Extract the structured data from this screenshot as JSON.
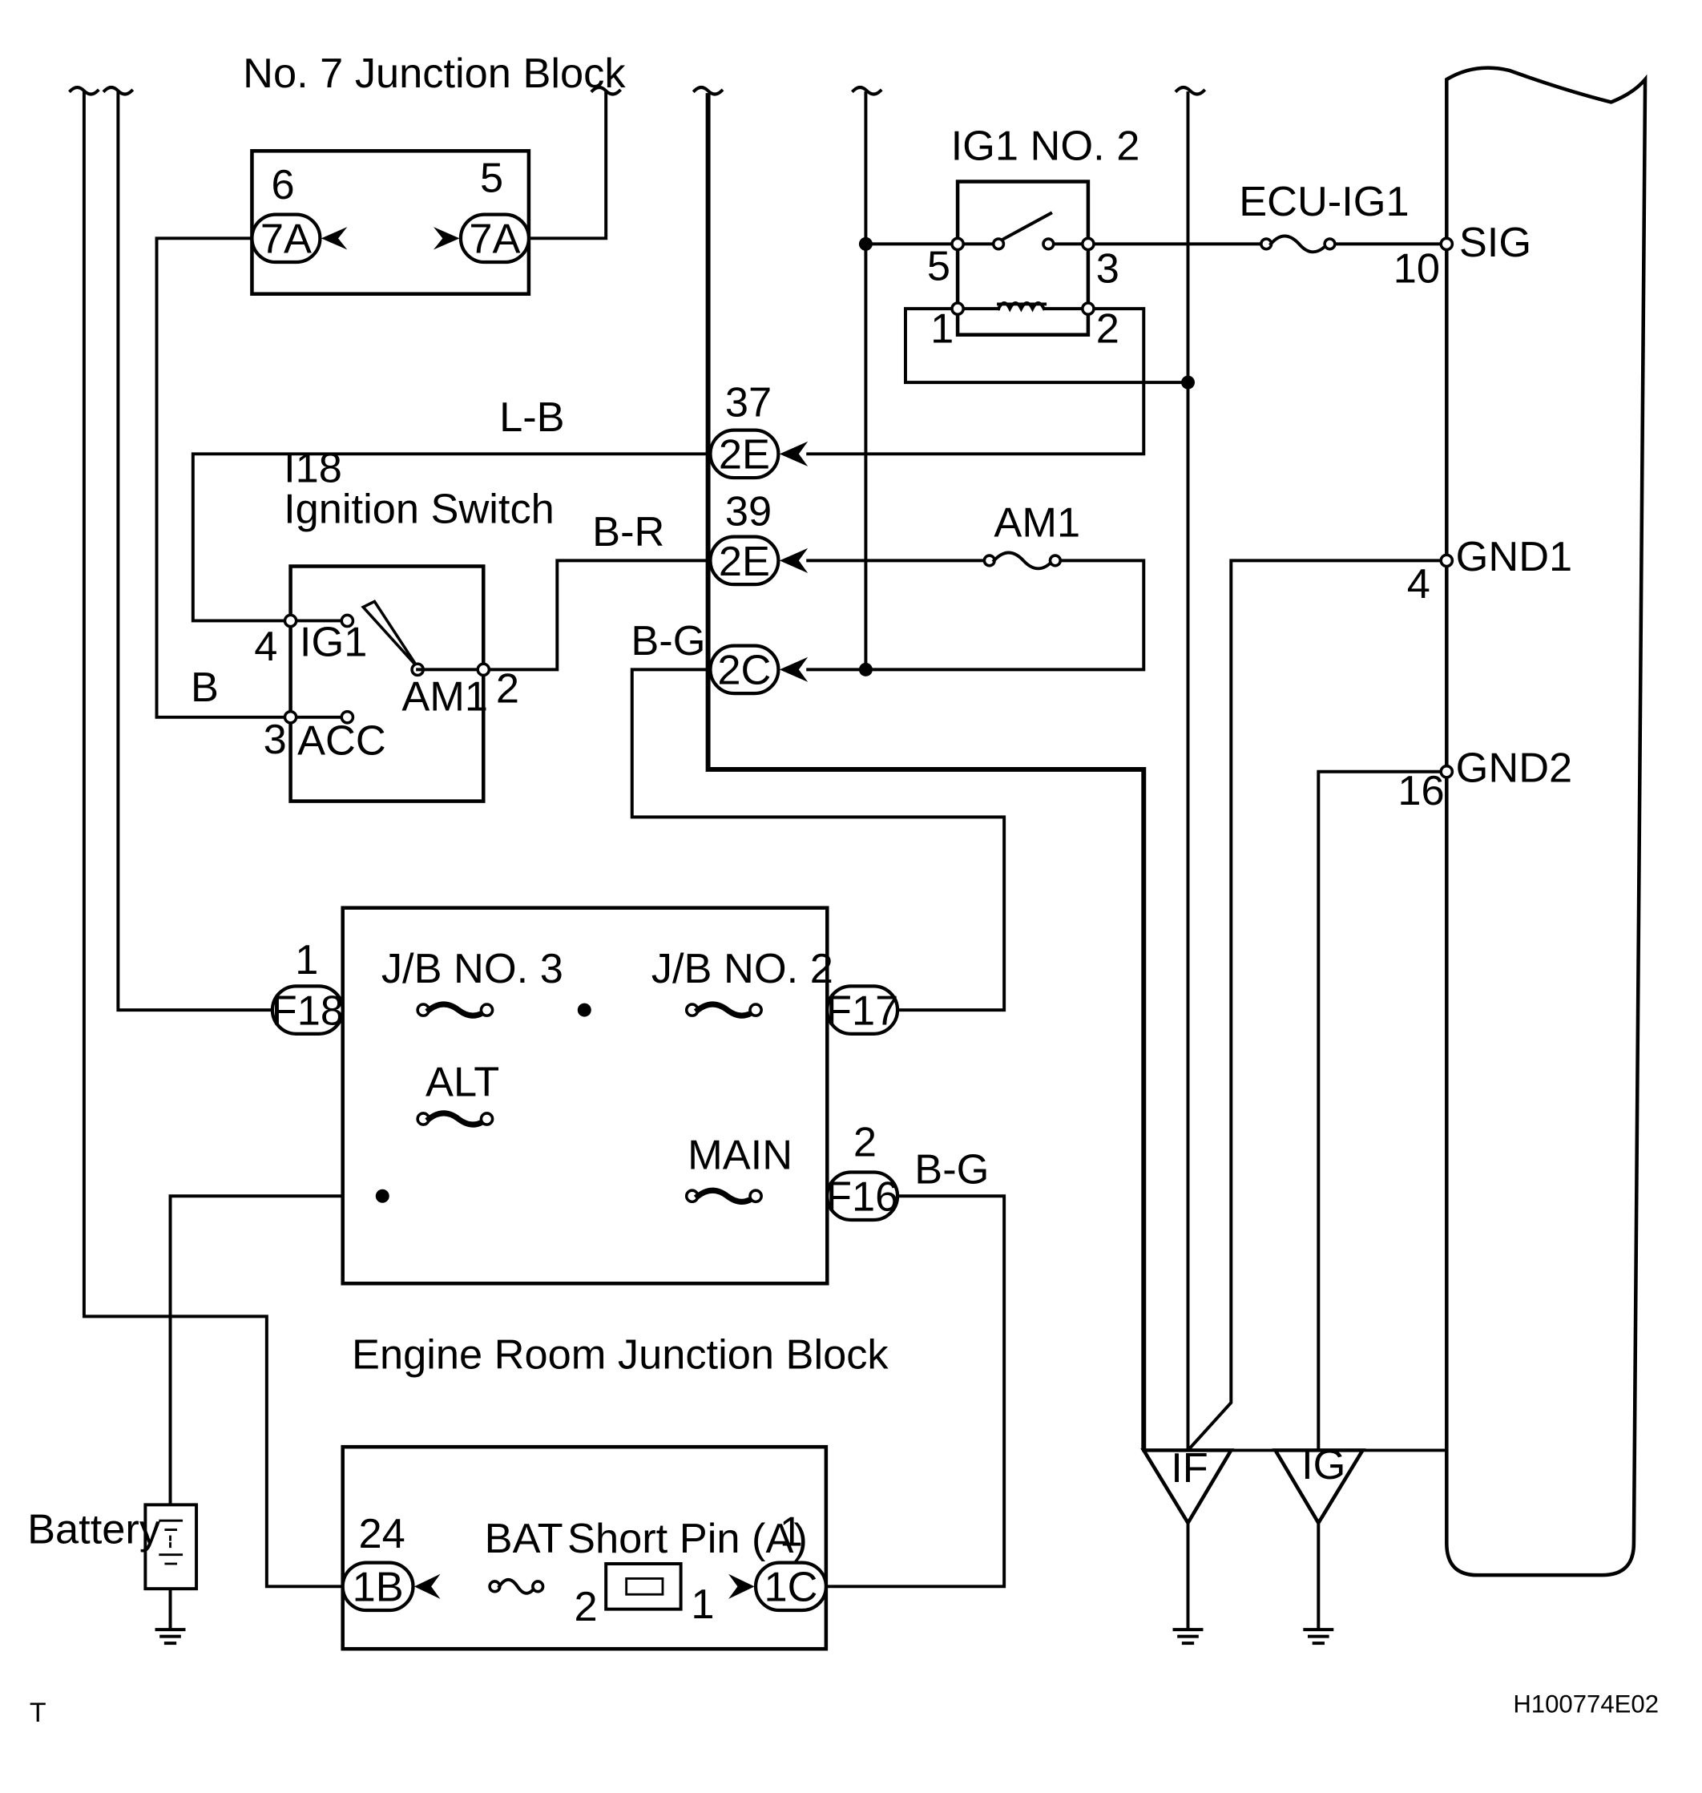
{
  "blocks": {
    "no7": "No. 7 Junction Block",
    "engine_room": "Engine Room Junction Block",
    "ignition_id": "I18",
    "ignition_name": "Ignition Switch"
  },
  "relay": {
    "name": "IG1 NO. 2",
    "pin5": "5",
    "pin3": "3",
    "pin1": "1",
    "pin2": "2"
  },
  "connectors": {
    "j7a_left": "7A",
    "j7a_left_pin": "6",
    "j7a_right": "7A",
    "j7a_right_pin": "5",
    "c2e_top": "2E",
    "c2e_top_pin": "37",
    "c2e_mid": "2E",
    "c2e_mid_pin": "39",
    "c2c": "2C",
    "f18": "F18",
    "f18_pin": "1",
    "f17": "F17",
    "f16": "F16",
    "f16_pin": "2",
    "c1b": "1B",
    "c1b_pin": "24",
    "c1c": "1C",
    "c1c_pin": "1"
  },
  "wires": {
    "lb": "L-B",
    "br": "B-R",
    "bg_top": "B-G",
    "b": "B",
    "bg_bottom": "B-G"
  },
  "fuses": {
    "ecu_ig1": "ECU-IG1",
    "am1": "AM1",
    "jb3": "J/B NO. 3",
    "jb2": "J/B NO. 2",
    "alt": "ALT",
    "main": "MAIN",
    "bat": "BAT"
  },
  "switch": {
    "ig1": "IG1",
    "ig1_pin": "4",
    "acc": "ACC",
    "acc_pin": "3",
    "am1": "AM1",
    "am1_pin": "2"
  },
  "ecu": {
    "sig": "SIG",
    "sig_pin": "10",
    "gnd1": "GND1",
    "gnd1_pin": "4",
    "gnd2": "GND2",
    "gnd2_pin": "16"
  },
  "grounds": {
    "if": "IF",
    "ig": "IG"
  },
  "short_pin": {
    "label": "Short Pin (A)",
    "pin_left": "2",
    "pin_right": "1"
  },
  "battery": "Battery",
  "footer": {
    "mark": "T",
    "code": "H100774E02"
  }
}
